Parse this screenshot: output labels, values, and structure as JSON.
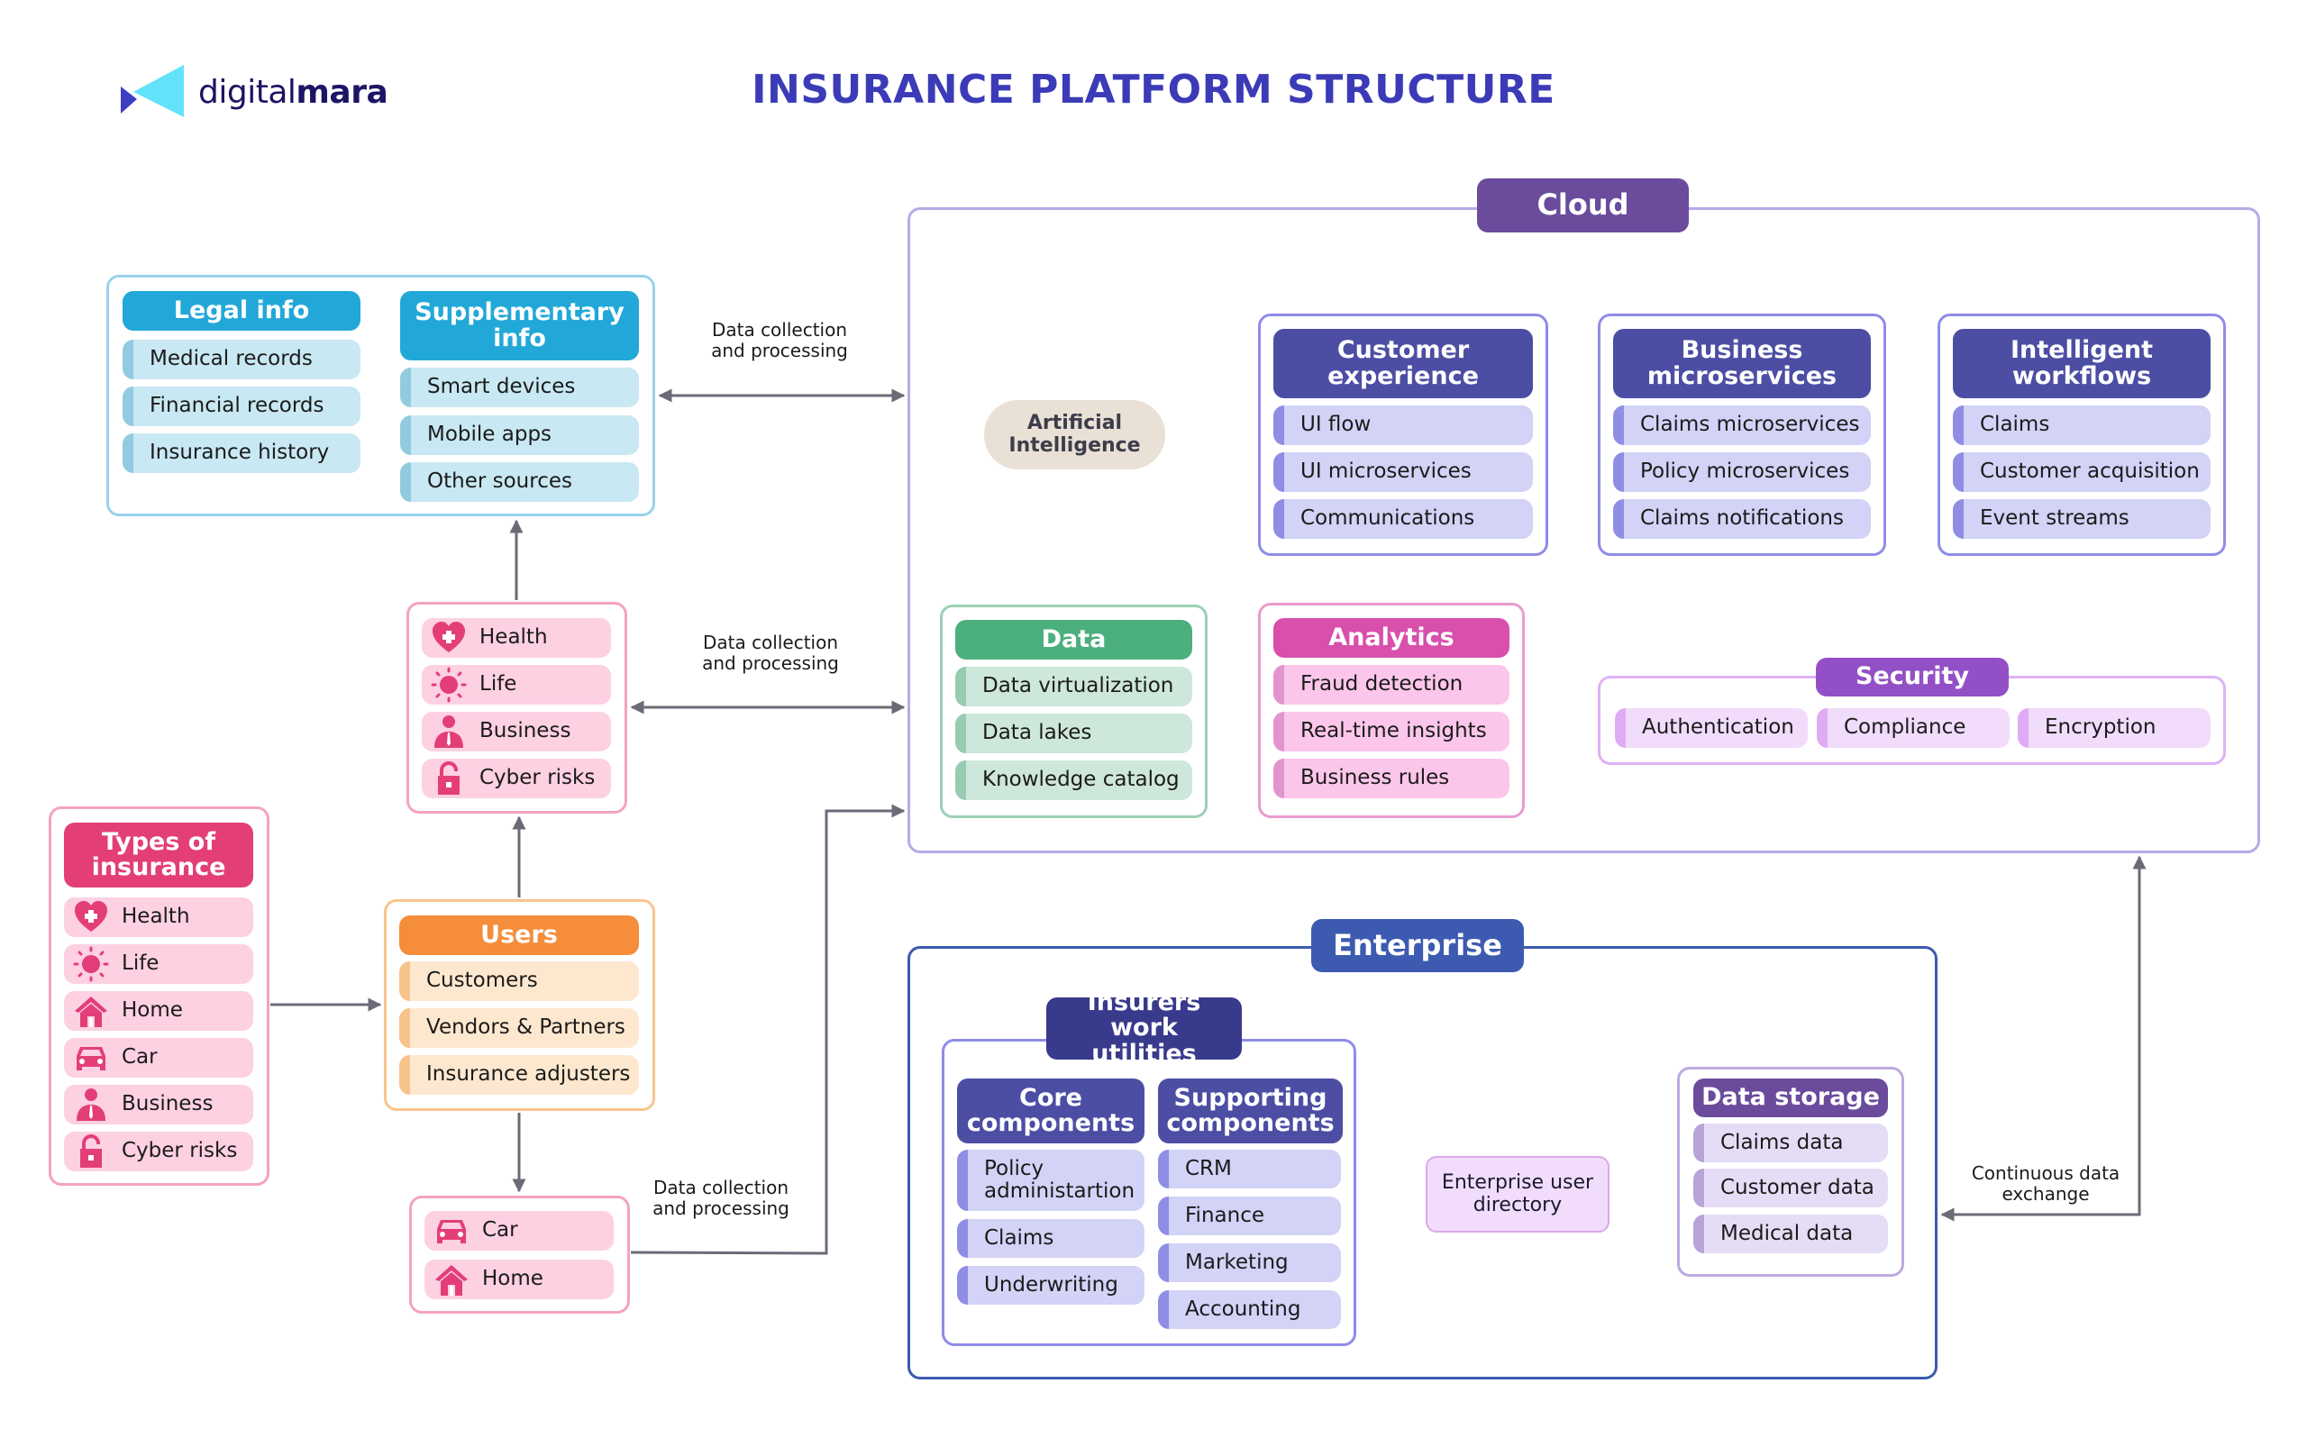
{
  "brand": {
    "name_light": "digital",
    "name_bold": "mara"
  },
  "title": "INSURANCE PLATFORM STRUCTURE",
  "colors": {
    "title": "#3b3bb8",
    "cloud": "#6a4b9c",
    "enterprise": "#3c5bb0",
    "connector": "#6b6b78",
    "info": "#22a8d8",
    "insurance": "#e33e78",
    "users": "#f58d3a",
    "cloud_blocks": "#4c4ea4",
    "data": "#4caf7e",
    "analytics": "#d84fac",
    "security": "#9350c6",
    "ai": "#e9e0d6"
  },
  "legal_info": {
    "title": "Legal info",
    "items": [
      "Medical records",
      "Financial records",
      "Insurance history"
    ]
  },
  "supplementary_info": {
    "title": "Supplementary info",
    "items": [
      "Smart devices",
      "Mobile apps",
      "Other sources"
    ]
  },
  "insurance_mid": {
    "items": [
      {
        "label": "Health",
        "icon": "heart-plus-icon"
      },
      {
        "label": "Life",
        "icon": "sun-icon"
      },
      {
        "label": "Business",
        "icon": "businessman-icon"
      },
      {
        "label": "Cyber risks",
        "icon": "padlock-icon"
      }
    ]
  },
  "types_of_insurance": {
    "title": "Types of insurance",
    "items": [
      {
        "label": "Health",
        "icon": "heart-plus-icon"
      },
      {
        "label": "Life",
        "icon": "sun-icon"
      },
      {
        "label": "Home",
        "icon": "house-icon"
      },
      {
        "label": "Car",
        "icon": "car-icon"
      },
      {
        "label": "Business",
        "icon": "businessman-icon"
      },
      {
        "label": "Cyber risks",
        "icon": "padlock-icon"
      }
    ]
  },
  "users": {
    "title": "Users",
    "items": [
      "Customers",
      "Vendors & Partners",
      "Insurance adjusters"
    ]
  },
  "car_home": {
    "items": [
      {
        "label": "Car",
        "icon": "car-icon"
      },
      {
        "label": "Home",
        "icon": "house-icon"
      }
    ]
  },
  "connector_labels": {
    "top": "Data collection and processing",
    "middle": "Data collection and processing",
    "bottom": "Data collection and processing",
    "continuous": "Continuous data exchange"
  },
  "cloud": {
    "title": "Cloud",
    "ai": "Artificial Intelligence",
    "customer_experience": {
      "title": "Customer experience",
      "items": [
        "UI flow",
        "UI microservices",
        "Communications"
      ]
    },
    "business_microservices": {
      "title": "Business microservices",
      "items": [
        "Claims microservices",
        "Policy microservices",
        "Claims notifications"
      ]
    },
    "intelligent_workflows": {
      "title": "Intelligent workflows",
      "items": [
        "Claims",
        "Customer acquisition",
        "Event streams"
      ]
    },
    "data": {
      "title": "Data",
      "items": [
        "Data virtualization",
        "Data lakes",
        "Knowledge catalog"
      ]
    },
    "analytics": {
      "title": "Analytics",
      "items": [
        "Fraud detection",
        "Real-time insights",
        "Business rules"
      ]
    },
    "security": {
      "title": "Security",
      "items": [
        "Authentication",
        "Compliance",
        "Encryption"
      ]
    }
  },
  "enterprise": {
    "title": "Enterprise",
    "insurers_work_utilities": {
      "title": "Insurers work utilities",
      "core": {
        "title": "Core components",
        "items": [
          "Policy administartion",
          "Claims",
          "Underwriting"
        ]
      },
      "supporting": {
        "title": "Supporting components",
        "items": [
          "CRM",
          "Finance",
          "Marketing",
          "Accounting"
        ]
      }
    },
    "user_directory": "Enterprise user directory",
    "data_storage": {
      "title": "Data storage",
      "items": [
        "Claims data",
        "Customer data",
        "Medical data"
      ]
    }
  }
}
